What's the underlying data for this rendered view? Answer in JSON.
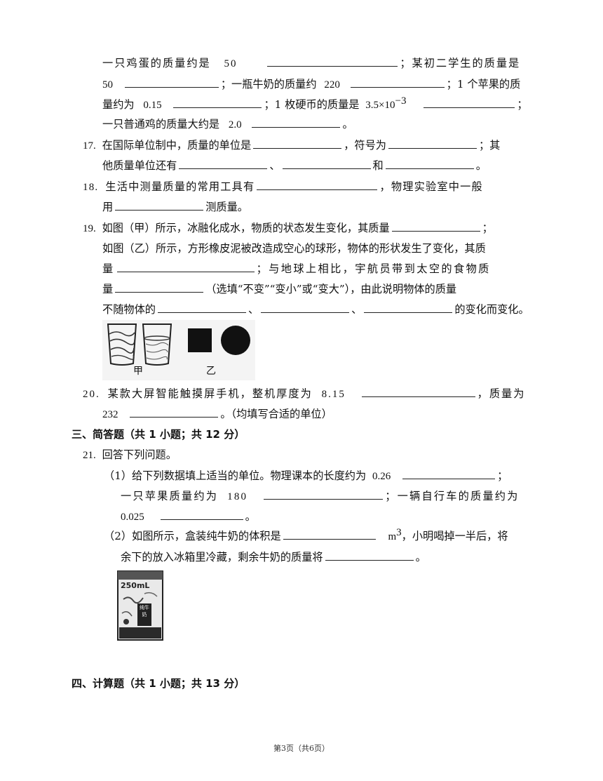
{
  "q16": {
    "l1a": "一只鸡蛋的质量约是",
    "l1b": "50",
    "l1c": "；某初二学生的质量是",
    "l2a": "50",
    "l2b": "；一瓶牛奶的质量约",
    "l2c": "220",
    "l2d": "；1 个苹果的质",
    "l3a": "量约为",
    "l3b": "0.15",
    "l3c": "；1 枚硬币的质量是",
    "l3d": "3.5×10",
    "l3e": "−3",
    "l3f": "；",
    "l4a": "一只普通鸡的质量大约是",
    "l4b": "2.0",
    "l4c": "。"
  },
  "q17": {
    "num": "17.",
    "a": "在国际单位制中，质量的单位是",
    "b": "，符号为",
    "c": "；其",
    "d": "他质量单位还有",
    "e": "、",
    "f": "和",
    "g": "。"
  },
  "q18": {
    "num": "18.",
    "a": "生活中测量质量的常用工具有",
    "b": "，物理实验室中一般",
    "c": "用",
    "d": "测质量。"
  },
  "q19": {
    "num": "19.",
    "a": "如图（甲）所示，冰融化成水，物质的状态发生变化，其质量",
    "b": "；",
    "c": "如图（乙）所示，方形橡皮泥被改造成空心的球形，物体的形状发生了变化，其质",
    "d": "量",
    "e": "；与地球上相比，宇航员带到太空的食物质",
    "f": "量",
    "g": "（选填“不变”“变小”或“变大”），由此说明物体的质量",
    "h": "不随物体的",
    "i": "、",
    "j": "、",
    "k": "的变化而变化。",
    "fig_left": "甲",
    "fig_right": "乙"
  },
  "q20": {
    "num": "20.",
    "a": "某款大屏智能触摸屏手机，整机厚度为",
    "b": "8.15",
    "c": "，质量为",
    "d": "232",
    "e": "。（均填写合适的单位）"
  },
  "sec3": "三、简答题（共 1 小题；共 12 分）",
  "q21": {
    "num": "21.",
    "a": "回答下列问题。",
    "p1a": "（1）给下列数据填上适当的单位。物理课本的长度约为",
    "p1b": "0.26",
    "p1c": "；",
    "p1d": "一只苹果质量约为",
    "p1e": "180",
    "p1f": "；一辆自行车的质量约为",
    "p1g": "0.025",
    "p1h": "。",
    "p2a": "（2）如图所示，盒装纯牛奶的体积是",
    "p2b": "m",
    "p2c": "3",
    "p2d": "，小明喝掉一半后，将",
    "p2e": "余下的放入冰箱里冷藏，剩余牛奶的质量将",
    "p2f": "。",
    "carton_label": "250mL",
    "carton_text": "纯牛奶"
  },
  "sec4": "四、计算题（共 1 小题；共 13 分）",
  "footer": "第3页（共6页）"
}
